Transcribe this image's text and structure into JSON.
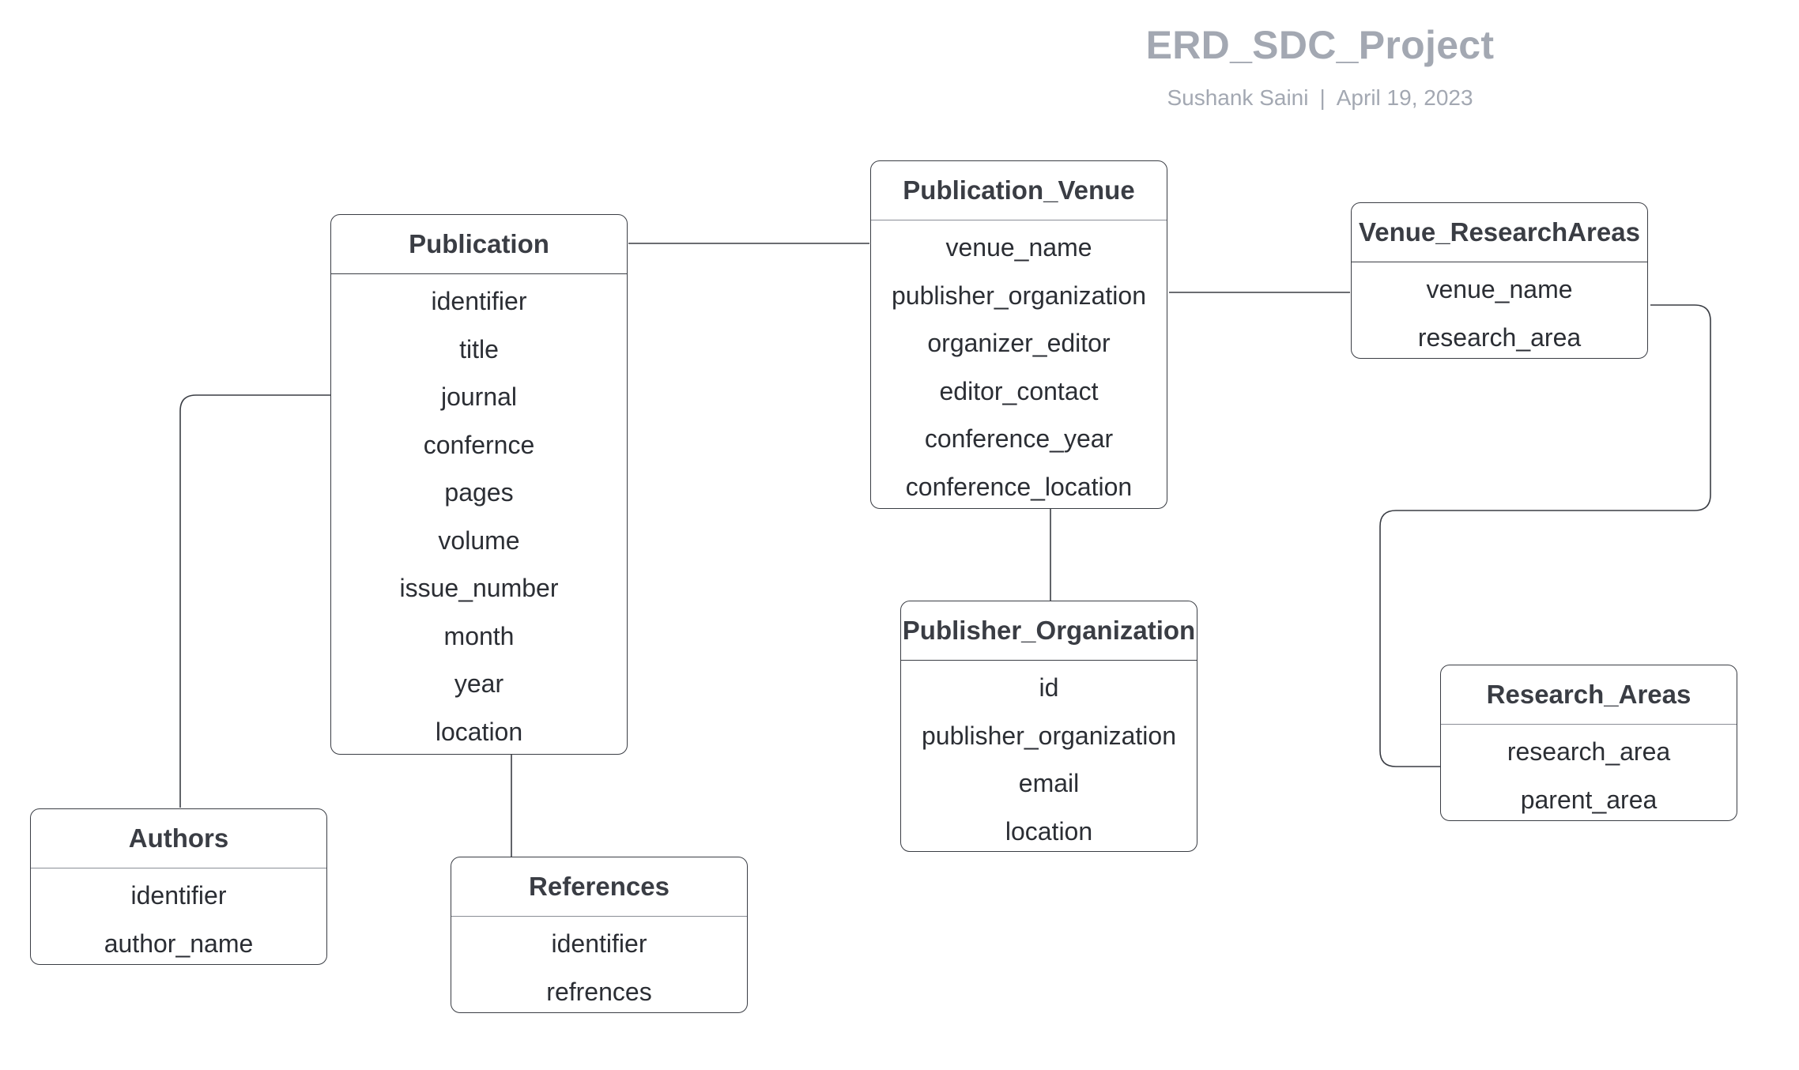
{
  "diagram": {
    "title": "ERD_SDC_Project",
    "author": "Sushank Saini",
    "separator": "|",
    "date": "April 19, 2023"
  },
  "entities": {
    "publication": {
      "name": "Publication",
      "fields": [
        "identifier",
        "title",
        "journal",
        "confernce",
        "pages",
        "volume",
        "issue_number",
        "month",
        "year",
        "location"
      ]
    },
    "publication_venue": {
      "name": "Publication_Venue",
      "fields": [
        "venue_name",
        "publisher_organization",
        "organizer_editor",
        "editor_contact",
        "conference_year",
        "conference_location"
      ]
    },
    "venue_research_areas": {
      "name": "Venue_ResearchAreas",
      "fields": [
        "venue_name",
        "research_area"
      ]
    },
    "publisher_organization": {
      "name": "Publisher_Organization",
      "fields": [
        "id",
        "publisher_organization",
        "email",
        "location"
      ]
    },
    "research_areas": {
      "name": "Research_Areas",
      "fields": [
        "research_area",
        "parent_area"
      ]
    },
    "authors": {
      "name": "Authors",
      "fields": [
        "identifier",
        "author_name"
      ]
    },
    "references": {
      "name": "References",
      "fields": [
        "identifier",
        "refrences"
      ]
    }
  },
  "relationships": [
    {
      "from": "Publication",
      "to": "Publication_Venue"
    },
    {
      "from": "Publication_Venue",
      "to": "Venue_ResearchAreas"
    },
    {
      "from": "Publication_Venue",
      "to": "Publisher_Organization"
    },
    {
      "from": "Venue_ResearchAreas",
      "to": "Research_Areas"
    },
    {
      "from": "Publication",
      "to": "Authors"
    },
    {
      "from": "Publication",
      "to": "References"
    }
  ],
  "colors": {
    "line": "#3a3d44",
    "title_text": "#a3a8b2",
    "body_text": "#2b2e34"
  }
}
